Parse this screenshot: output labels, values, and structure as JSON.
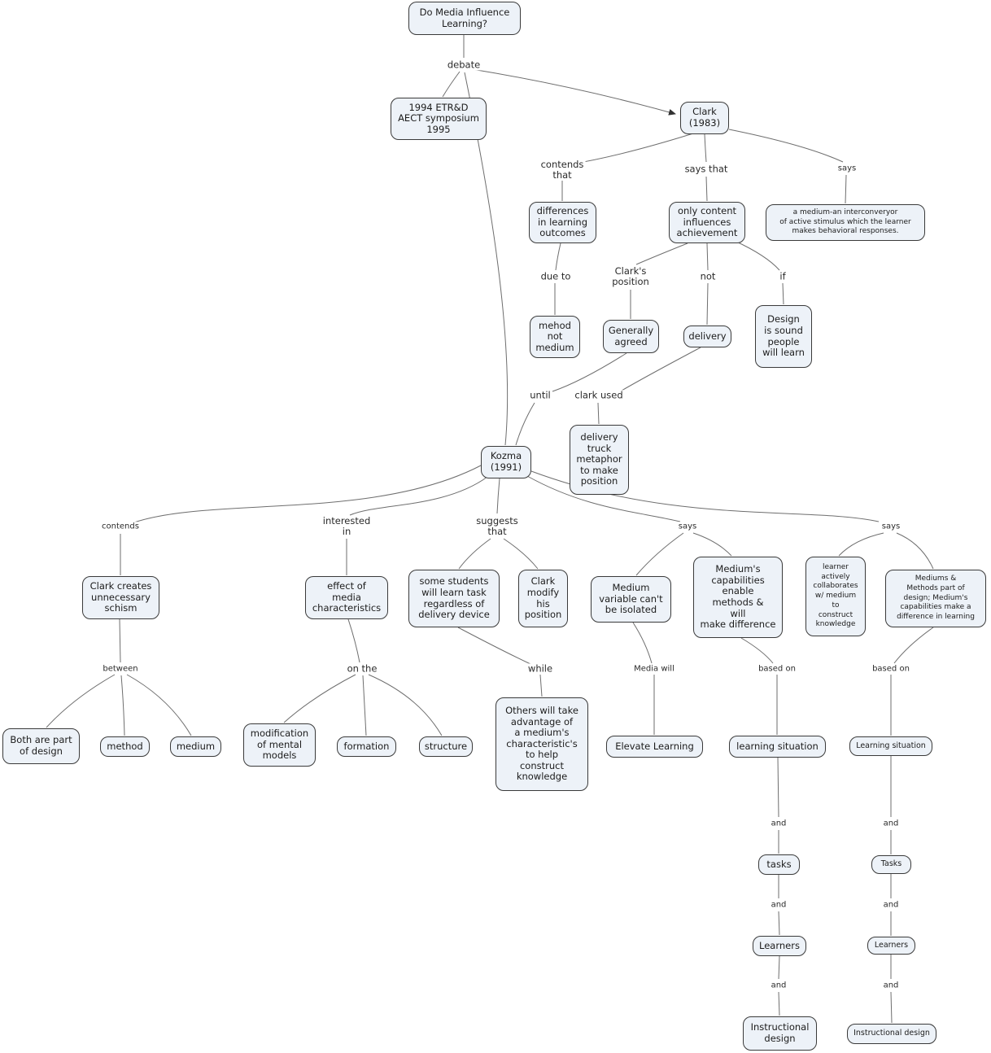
{
  "colors": {
    "node_fill": "#edf2f8",
    "node_border": "#3a3a3a",
    "line": "#6e6e6e",
    "background": "#ffffff"
  },
  "nodes": {
    "root": "Do Media Influence\nLearning?",
    "symposium": "1994 ETR&D\nAECT symposium\n1995",
    "clark_1983": "Clark\n(1983)",
    "differences": "differences\nin learning\noutcomes",
    "only_content": "only content\ninfluences\nachievement",
    "medium_conveyor": "a medium-an interconveryor\nof active stimulus which the learner\nmakes behavioral responses.",
    "mehod_not_medium": "mehod\nnot\nmedium",
    "generally_agreed": "Generally\nagreed",
    "delivery": "delivery",
    "design_sound": "Design\nis sound\npeople\nwill learn",
    "kozma_1991": "Kozma\n(1991)",
    "delivery_truck": "delivery\ntruck\nmetaphor\nto make\nposition",
    "clark_schism": "Clark creates\nunnecessary\nschism",
    "effect_media": "effect of\nmedia\ncharacteristics",
    "some_students": "some students\nwill learn task\nregardless of\ndelivery device",
    "clark_modify": "Clark\nmodify\nhis\nposition",
    "medium_variable": "Medium\nvariable can't\nbe isolated",
    "mediums_capabilities": "Medium's\ncapabilities\nenable\nmethods &\nwill\nmake difference",
    "learner_collaborates": "learner\nactively\ncollaborates\nw/ medium\nto\nconstruct\nknowledge",
    "mediums_methods": "Mediums &\nMethods part of\ndesign; Medium's\ncapabilities make a\ndifference in learning",
    "both_part": "Both are part\nof design",
    "method": "method",
    "medium": "medium",
    "modification": "modification\nof mental\nmodels",
    "formation": "formation",
    "structure": "structure",
    "others_advantage": "Others will take\nadvantage of\na medium's\ncharacteristic's\nto help\nconstruct\nknowledge",
    "elevate_learning": "Elevate Learning",
    "learning_situation_a": "learning situation",
    "learning_situation_b": "Learning situation",
    "tasks_a": "tasks",
    "tasks_b": "Tasks",
    "learners_a": "Learners",
    "learners_b": "Learners",
    "instructional_design_a": "Instructional\ndesign",
    "instructional_design_b": "Instructional design"
  },
  "labels": {
    "debate": "debate",
    "contends_that": "contends\nthat",
    "says_that": "says that",
    "says": "says",
    "due_to": "due to",
    "clarks_position": "Clark's\nposition",
    "not": "not",
    "if": "if",
    "until": "until",
    "clark_used": "clark used",
    "contends": "contends",
    "interested_in": "interested\nin",
    "suggests_that": "suggests\nthat",
    "between": "between",
    "on_the": "on the",
    "while": "while",
    "media_will": "Media will",
    "based_on": "based on",
    "and": "and"
  }
}
